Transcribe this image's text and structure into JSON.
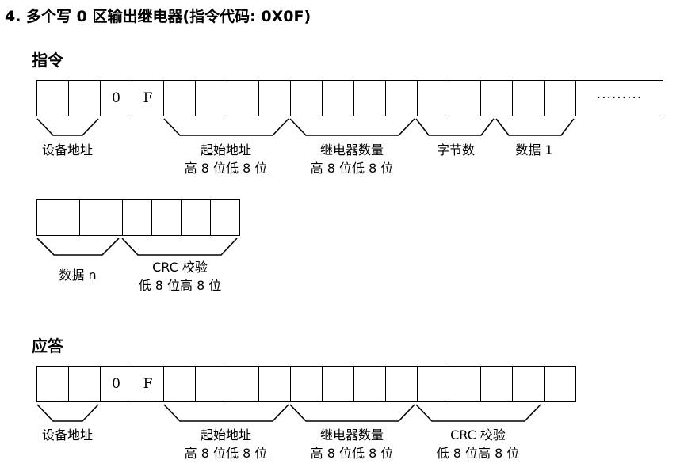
{
  "title": "4. 多个写 0 区输出继电器(指令代码: 0X0F)",
  "command": {
    "heading": "指令",
    "row1_cells": [
      "",
      "",
      "0",
      "F",
      "",
      "",
      "",
      "",
      "",
      "",
      "",
      "",
      "",
      "",
      "",
      "",
      ""
    ],
    "row1_dots": "·········",
    "row1_labels": {
      "device_addr": [
        "设备地址"
      ],
      "start_addr": [
        "起始地址",
        "高 8 位低 8 位"
      ],
      "relay_count": [
        "继电器数量",
        "高 8 位低 8 位"
      ],
      "byte_count": [
        "字节数"
      ],
      "data1": [
        "数据 1"
      ]
    },
    "row2_cells": [
      "",
      "",
      "",
      "",
      "",
      ""
    ],
    "row2_labels": {
      "data_n": [
        "数据 n"
      ],
      "crc": [
        "CRC 校验",
        "低 8 位高 8 位"
      ]
    }
  },
  "response": {
    "heading": "应答",
    "cells": [
      "",
      "",
      "0",
      "F",
      "",
      "",
      "",
      "",
      "",
      "",
      "",
      "",
      "",
      "",
      "",
      "",
      ""
    ],
    "labels": {
      "device_addr": [
        "设备地址"
      ],
      "start_addr": [
        "起始地址",
        "高 8 位低 8 位"
      ],
      "relay_count": [
        "继电器数量",
        "高 8 位低 8 位"
      ],
      "crc": [
        "CRC 校验",
        "低 8 位高 8 位"
      ]
    }
  }
}
